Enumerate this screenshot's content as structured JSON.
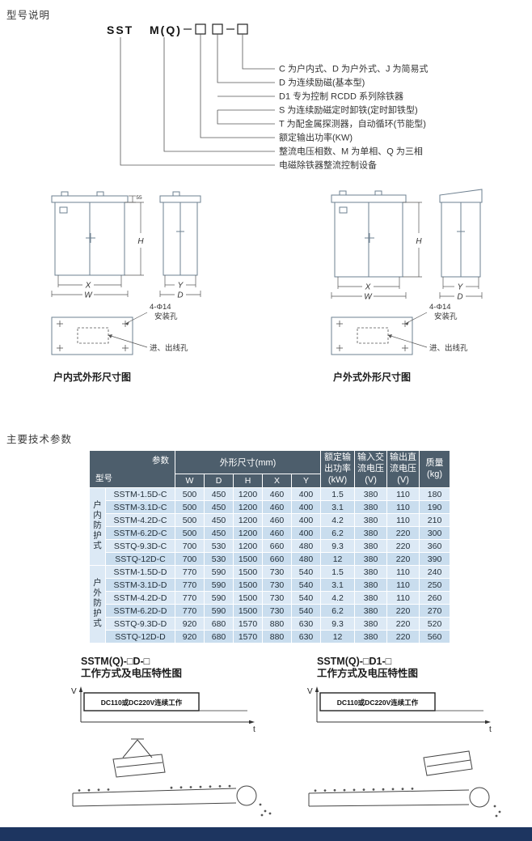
{
  "sections": {
    "model_title": "型号说明",
    "params_title": "主要技术参数"
  },
  "model_code": {
    "prefix": "SST",
    "phase": "M(Q)",
    "legend": [
      "C 为户内式、D 为户外式、J 为简易式",
      "D 为连续励磁(基本型)",
      "D1 专为控制 RCDD 系列除铁器",
      "S 为连续励磁定时卸铁(定时卸铁型)",
      "T 为配金属探测器，自动循环(节能型)",
      "额定输出功率(KW)",
      "整流电压相数、M 为单相、Q 为三相",
      "电磁除铁器整流控制设备"
    ]
  },
  "drawings": {
    "indoor": {
      "caption": "户内式外形尺寸图",
      "dims": {
        "h": "H",
        "x": "X",
        "w": "W",
        "y": "Y",
        "d": "D",
        "lid": "55"
      },
      "holes": "4-Φ14",
      "mount_label": "安装孔",
      "wire_label": "进、出线孔"
    },
    "outdoor": {
      "caption": "户外式外形尺寸图",
      "dims": {
        "h": "H",
        "x": "X",
        "w": "W",
        "y": "Y",
        "d": "D"
      },
      "holes": "4-Φ14",
      "mount_label": "安装孔",
      "wire_label": "进、出线孔"
    }
  },
  "table": {
    "header": {
      "param": "参数",
      "model": "型号",
      "dims_group": "外形尺寸(mm)",
      "dim_cols": [
        "W",
        "D",
        "H",
        "X",
        "Y"
      ],
      "power": "额定输\n出功率\n(kW)",
      "input_voltage": "输入交\n流电压\n(V)",
      "output_voltage": "输出直\n流电压\n(V)",
      "mass": "质量\n(kg)"
    },
    "groups": [
      {
        "name": "户内防护式",
        "rows": [
          {
            "model": "SSTM-1.5D-C",
            "values": [
              "500",
              "450",
              "1200",
              "460",
              "400",
              "1.5",
              "380",
              "110",
              "180"
            ]
          },
          {
            "model": "SSTM-3.1D-C",
            "values": [
              "500",
              "450",
              "1200",
              "460",
              "400",
              "3.1",
              "380",
              "110",
              "190"
            ]
          },
          {
            "model": "SSTM-4.2D-C",
            "values": [
              "500",
              "450",
              "1200",
              "460",
              "400",
              "4.2",
              "380",
              "110",
              "210"
            ]
          },
          {
            "model": "SSTM-6.2D-C",
            "values": [
              "500",
              "450",
              "1200",
              "460",
              "400",
              "6.2",
              "380",
              "220",
              "300"
            ]
          },
          {
            "model": "SSTQ-9.3D-C",
            "values": [
              "700",
              "530",
              "1200",
              "660",
              "480",
              "9.3",
              "380",
              "220",
              "360"
            ]
          },
          {
            "model": "SSTQ-12D-C",
            "values": [
              "700",
              "530",
              "1500",
              "660",
              "480",
              "12",
              "380",
              "220",
              "390"
            ]
          }
        ]
      },
      {
        "name": "户外防护式",
        "rows": [
          {
            "model": "SSTM-1.5D-D",
            "values": [
              "770",
              "590",
              "1500",
              "730",
              "540",
              "1.5",
              "380",
              "110",
              "240"
            ]
          },
          {
            "model": "SSTM-3.1D-D",
            "values": [
              "770",
              "590",
              "1500",
              "730",
              "540",
              "3.1",
              "380",
              "110",
              "250"
            ]
          },
          {
            "model": "SSTM-4.2D-D",
            "values": [
              "770",
              "590",
              "1500",
              "730",
              "540",
              "4.2",
              "380",
              "110",
              "260"
            ]
          },
          {
            "model": "SSTM-6.2D-D",
            "values": [
              "770",
              "590",
              "1500",
              "730",
              "540",
              "6.2",
              "380",
              "220",
              "270"
            ]
          },
          {
            "model": "SSTQ-9.3D-D",
            "values": [
              "920",
              "680",
              "1570",
              "880",
              "630",
              "9.3",
              "380",
              "220",
              "520"
            ]
          },
          {
            "model": "SSTQ-12D-D",
            "values": [
              "920",
              "680",
              "1570",
              "880",
              "630",
              "12",
              "380",
              "220",
              "560"
            ]
          }
        ]
      }
    ]
  },
  "mode_diagrams": {
    "left": {
      "title": "SSTM(Q)-□D-□",
      "subtitle": "工作方式及电压特性图",
      "box_label": "DC110或DC220V连续工作",
      "v_label": "V",
      "t_label": "t"
    },
    "right": {
      "title": "SSTM(Q)-□D1-□",
      "subtitle": "工作方式及电压特性图",
      "box_label": "DC110或DC220V连续工作",
      "v_label": "V",
      "t_label": "t"
    }
  },
  "colors": {
    "table_header_bg": "#4d5e6c",
    "row_light": "#dce9f5",
    "row_dark": "#c9ddee",
    "footer_bar": "#1d3560",
    "drawing_line": "#6e8090"
  }
}
